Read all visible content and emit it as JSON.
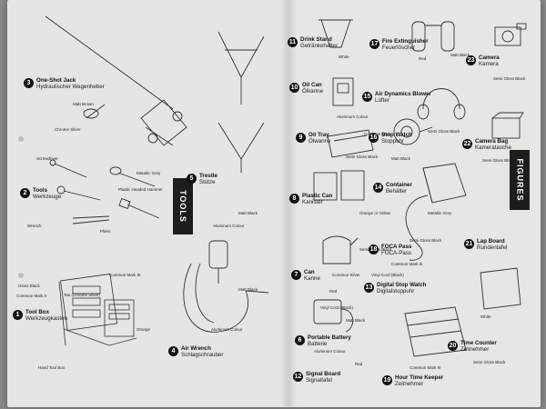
{
  "sections": {
    "tools": "TOOLS",
    "figures": "FIGURES"
  },
  "items": [
    {
      "n": "1",
      "en": "Tool Box",
      "de": "Werkzeugkasten",
      "tags": [
        "Gloss Black",
        "Common Mark II",
        "Tan (Chrome Silver)",
        "Common Mark III",
        "Hand Tool Box",
        "Orange"
      ]
    },
    {
      "n": "2",
      "en": "Tools",
      "de": "Werkzeuge",
      "tags": [
        "Screwdriver",
        "Wrench",
        "Pliers",
        "Plastic Headed Hammer",
        "Metallic Grey"
      ]
    },
    {
      "n": "3",
      "en": "One-Shot Jack",
      "de": "Hydraulischer Wagenheber",
      "tags": [
        "Chrome Silver",
        "Matt Brown"
      ]
    },
    {
      "n": "4",
      "en": "Air Wrench",
      "de": "Schlagschrauber",
      "tags": [
        "Aluminum Colour",
        "Matt Black"
      ]
    },
    {
      "n": "5",
      "en": "Trestle",
      "de": "Stütze",
      "tags": [
        "Aluminum Colour",
        "Matt Black"
      ]
    },
    {
      "n": "6",
      "en": "Portable Battery",
      "de": "Batterie",
      "tags": [
        "Vinyl Cord (Black)",
        "Matt Black",
        "Red"
      ]
    },
    {
      "n": "7",
      "en": "Can",
      "de": "Kanne",
      "tags": [
        "Common Silver",
        "Semi Gloss Black"
      ]
    },
    {
      "n": "8",
      "en": "Plastic Can",
      "de": "Kanister",
      "tags": [
        "Orange or Yellow"
      ]
    },
    {
      "n": "9",
      "en": "Oil Tray",
      "de": "Ölwanne",
      "tags": [
        "Semi Gloss Black",
        "Common Mark"
      ]
    },
    {
      "n": "10",
      "en": "Oil Can",
      "de": "Ölkanne",
      "tags": [
        "Aluminum Colour"
      ]
    },
    {
      "n": "11",
      "en": "Drink Stand",
      "de": "Getränkehalter",
      "tags": [
        "White"
      ]
    },
    {
      "n": "12",
      "en": "Signal Board",
      "de": "Signaltafel",
      "tags": [
        "Aluminum Colour",
        "Red"
      ]
    },
    {
      "n": "13",
      "en": "Digital Stop Watch",
      "de": "Digitalstoppuhr",
      "tags": [
        "Vinyl Cord (Black)",
        "Semi Gloss Black"
      ]
    },
    {
      "n": "14",
      "en": "Container",
      "de": "Behälter",
      "tags": [
        "Metallic Grey"
      ]
    },
    {
      "n": "15",
      "en": "Air Dynamics Blower",
      "de": "Lüfter",
      "tags": [
        "Matt Black"
      ]
    },
    {
      "n": "16",
      "en": "Stop Watch",
      "de": "Stoppuhr",
      "tags": [
        "Semi Gloss Black"
      ]
    },
    {
      "n": "17",
      "en": "Fire Extinguisher",
      "de": "Feuerlöscher",
      "tags": [
        "Red",
        "Matt Black"
      ]
    },
    {
      "n": "18",
      "en": "FOCA Pass",
      "de": "FOCA-Pass",
      "tags": [
        "Common Mark III"
      ]
    },
    {
      "n": "19",
      "en": "Hour Time Keeper",
      "de": "Zeitnehmer",
      "tags": [
        "Common Mark III"
      ]
    },
    {
      "n": "20",
      "en": "Time Counter",
      "de": "Zeitnehmer",
      "tags": [
        "Semi Gloss Black"
      ]
    },
    {
      "n": "21",
      "en": "Lap Board",
      "de": "Rundentafel",
      "tags": [
        "White"
      ]
    },
    {
      "n": "22",
      "en": "Camera Bag",
      "de": "Kameratasche",
      "tags": [
        "Semi Gloss Black"
      ]
    },
    {
      "n": "23",
      "en": "Camera",
      "de": "Kamera",
      "tags": [
        "Semi Gloss Black"
      ]
    }
  ]
}
